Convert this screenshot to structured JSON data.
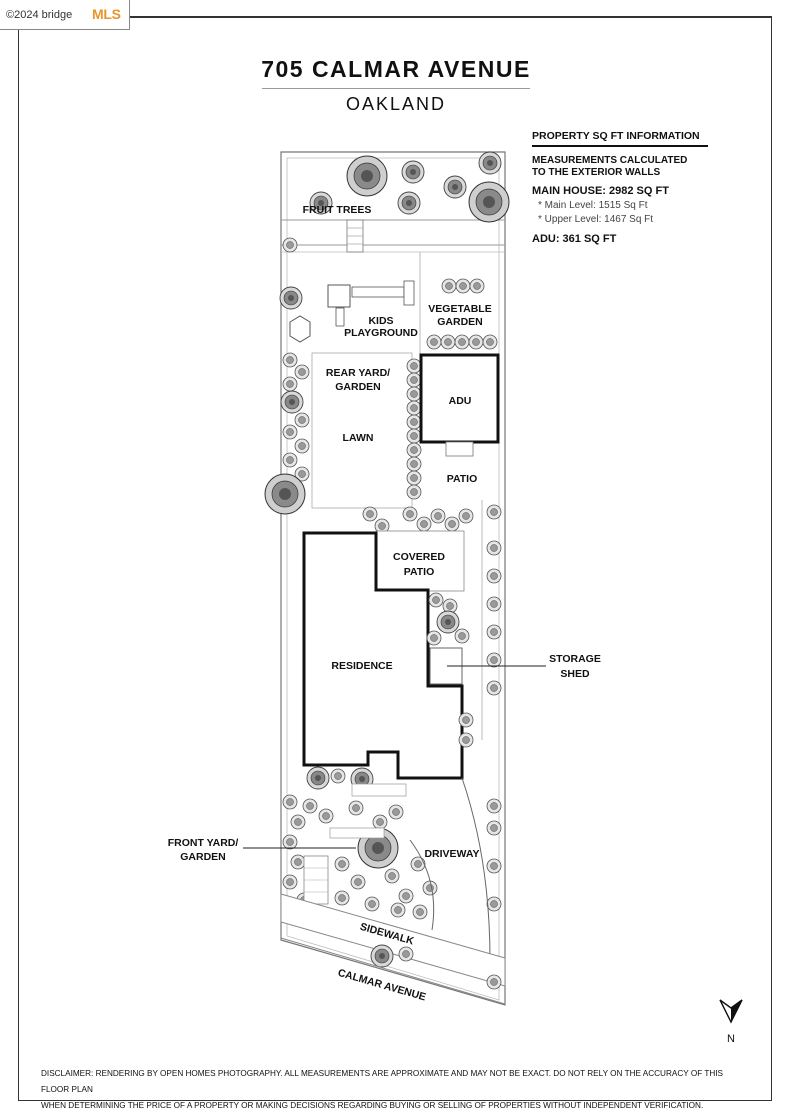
{
  "badge": {
    "copyright": "©2024 bridge",
    "brand": "MLS"
  },
  "title": "705 CALMAR AVENUE",
  "subtitle": "OAKLAND",
  "info": {
    "heading": "PROPERTY SQ FT INFORMATION",
    "measurements_line1": "MEASUREMENTS CALCULATED",
    "measurements_line2": "TO THE EXTERIOR WALLS",
    "main_house": "MAIN HOUSE: 2982 SQ FT",
    "main_level": "*   Main Level:   1515 Sq Ft",
    "upper_level": "*   Upper Level:   1467 Sq Ft",
    "adu": "ADU: 361 SQ FT"
  },
  "labels": {
    "fruit_trees": "FRUIT TREES",
    "kids_line1": "KIDS",
    "kids_line2": "PLAYGROUND",
    "veg_line1": "VEGETABLE",
    "veg_line2": "GARDEN",
    "rear_line1": "REAR YARD/",
    "rear_line2": "GARDEN",
    "lawn": "LAWN",
    "adu": "ADU",
    "patio": "PATIO",
    "covered_line1": "COVERED",
    "covered_line2": "PATIO",
    "residence": "RESIDENCE",
    "storage_line1": "STORAGE",
    "storage_line2": "SHED",
    "front_line1": "FRONT YARD/",
    "front_line2": "GARDEN",
    "driveway": "DRIVEWAY",
    "sidewalk": "SIDEWALK",
    "street": "CALMAR AVENUE"
  },
  "north": "N",
  "disclaimer_line1": "DISCLAIMER: RENDERING BY OPEN HOMES PHOTOGRAPHY. ALL MEASUREMENTS ARE APPROXIMATE AND MAY NOT BE EXACT. DO NOT RELY ON THE ACCURACY OF THIS FLOOR PLAN",
  "disclaimer_line2": "WHEN DETERMINING THE PRICE OF A PROPERTY OR MAKING DECISIONS REGARDING BUYING OR SELLING OF PROPERTIES WITHOUT INDEPENDENT VERIFICATION."
}
